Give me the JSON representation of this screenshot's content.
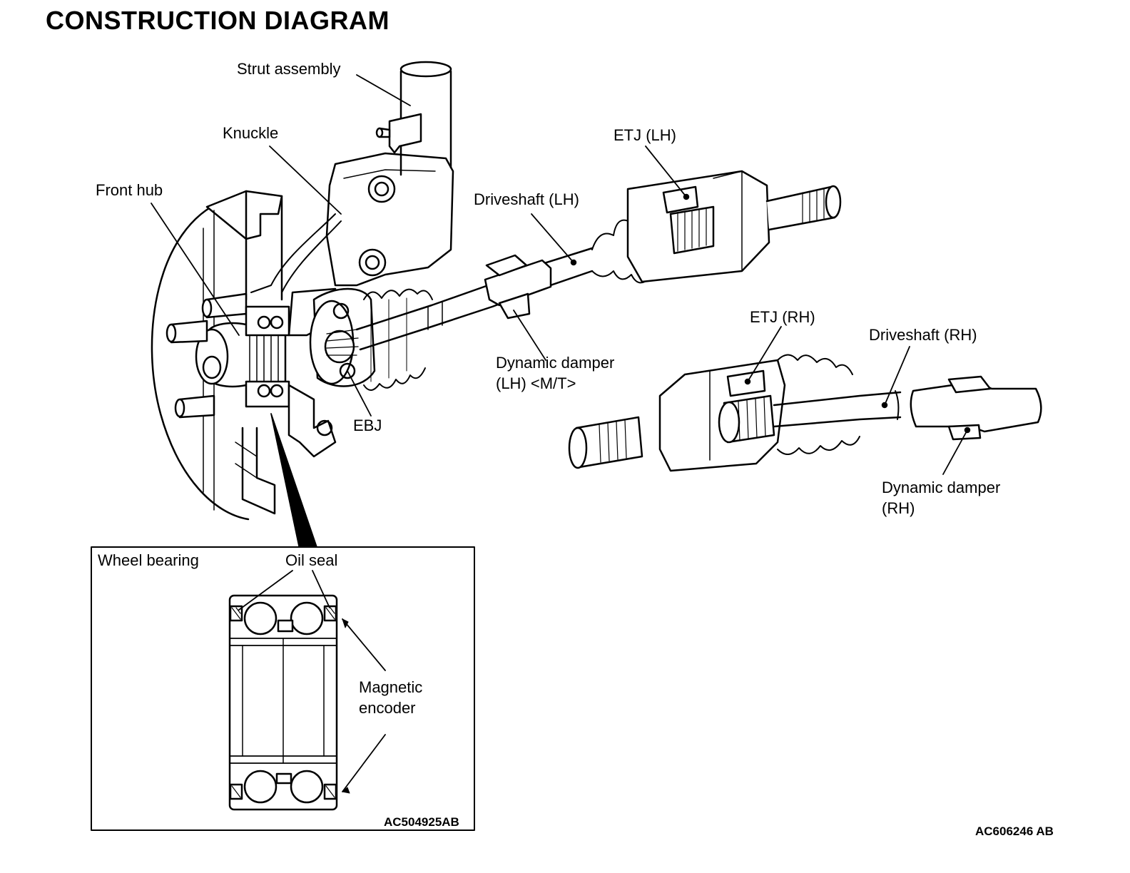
{
  "title": "CONSTRUCTION DIAGRAM",
  "labels": {
    "strut_assembly": "Strut assembly",
    "knuckle": "Knuckle",
    "front_hub": "Front hub",
    "etj_lh": "ETJ (LH)",
    "driveshaft_lh": "Driveshaft (LH)",
    "etj_rh": "ETJ (RH)",
    "driveshaft_rh": "Driveshaft (RH)",
    "dynamic_damper_lh_line1": "Dynamic damper",
    "dynamic_damper_lh_line2": "(LH) <M/T>",
    "ebj": "EBJ",
    "dynamic_damper_rh_line1": "Dynamic damper",
    "dynamic_damper_rh_line2": "(RH)"
  },
  "inset": {
    "title": "Wheel bearing",
    "oil_seal": "Oil seal",
    "magnetic_encoder_line1": "Magnetic",
    "magnetic_encoder_line2": "encoder",
    "code": "AC504925AB"
  },
  "figure_code": "AC606246 AB"
}
